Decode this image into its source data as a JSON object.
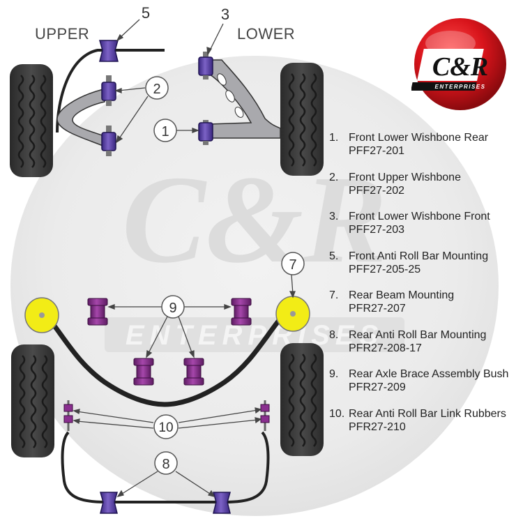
{
  "headers": {
    "upper": "UPPER",
    "lower": "LOWER"
  },
  "logo": {
    "main": "C&R",
    "sub": "ENTERPRISES"
  },
  "watermark": {
    "main": "C&R",
    "sub": "ENTERPRISES"
  },
  "callouts": [
    "5",
    "3",
    "2",
    "1",
    "7",
    "9",
    "10",
    "8"
  ],
  "legend": [
    {
      "num": "1.",
      "desc": "Front Lower Wishbone Rear",
      "code": "PFF27-201"
    },
    {
      "num": "2.",
      "desc": "Front Upper Wishbone",
      "code": "PFF27-202"
    },
    {
      "num": "3.",
      "desc": "Front Lower Wishbone Front",
      "code": "PFF27-203"
    },
    {
      "num": "5.",
      "desc": "Front Anti Roll Bar Mounting",
      "code": "PFF27-205-25"
    },
    {
      "num": "7.",
      "desc": "Rear Beam Mounting",
      "code": "PFR27-207"
    },
    {
      "num": "8.",
      "desc": "Rear Anti Roll Bar Mounting",
      "code": "PFR27-208-17"
    },
    {
      "num": "9.",
      "desc": "Rear Axle Brace Assembly Bush",
      "code": "PFR27-209"
    },
    {
      "num": "10.",
      "desc": "Rear Anti Roll Bar Link Rubbers",
      "code": "PFR27-210"
    }
  ],
  "colors": {
    "bush": "#5b3fa8",
    "bush_dark": "#2e1f66",
    "bush_light": "#8a70d0",
    "magenta_bush": "#8a2f8f",
    "yellow_mount": "#f2ec16",
    "arm": "#a9a9ad",
    "tyre": "#3d3d3d",
    "logo_red": "#d8141b"
  }
}
